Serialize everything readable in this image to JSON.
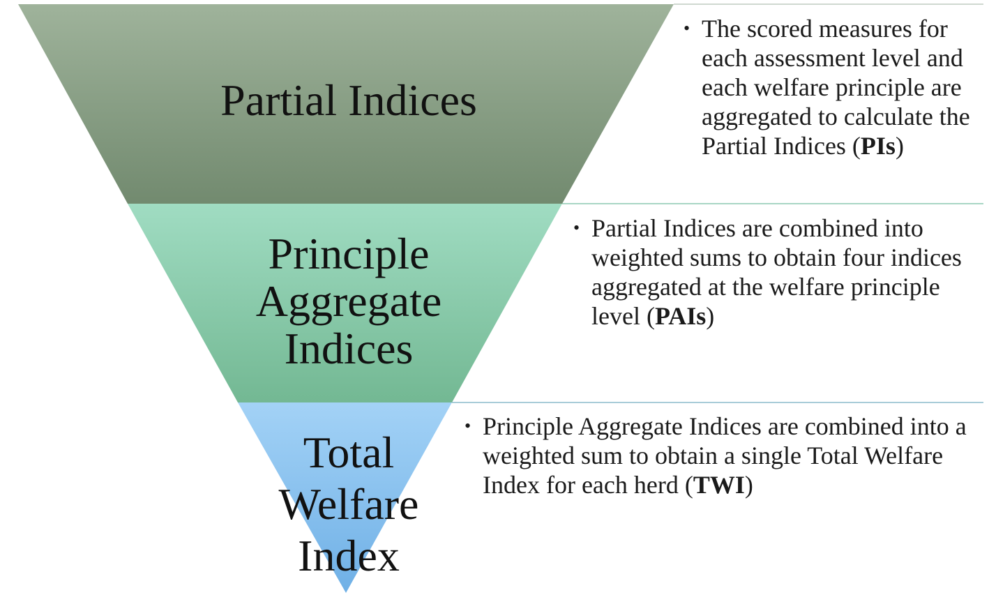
{
  "tiers": [
    {
      "title_lines": [
        "Partial Indices"
      ],
      "color": "#8fa88a",
      "description": {
        "bullet": "•",
        "text": "The scored measures for each assessment level and each welfare principle are aggregated to calculate the Partial Indices (",
        "abbr": "PIs",
        "close": ")"
      }
    },
    {
      "title_lines": [
        "Principle",
        "Aggregate",
        "Indices"
      ],
      "color": "#8ccfb0",
      "description": {
        "bullet": "•",
        "text": "Partial Indices are combined into weighted sums to obtain four indices aggregated at the welfare principle level (",
        "abbr": "PAIs",
        "close": ")"
      }
    },
    {
      "title_lines": [
        "Total",
        "Welfare",
        "Index"
      ],
      "color": "#8cc4ef",
      "description": {
        "bullet": "•",
        "text": "Principle Aggregate Indices are combined into a weighted sum to obtain a single Total Welfare Index for each herd (",
        "abbr": "TWI",
        "close": ")"
      }
    }
  ]
}
